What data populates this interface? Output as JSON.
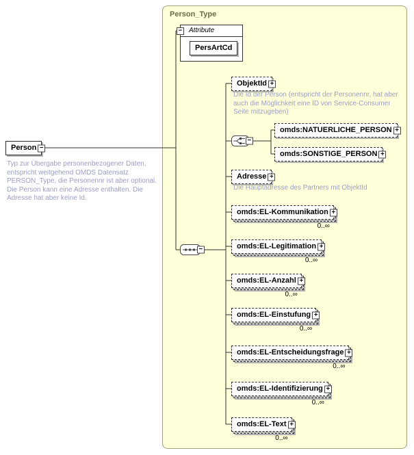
{
  "root_element": {
    "label": "Person",
    "annotation": "Typ zur Übergabe personenbezogener Daten, entspricht weitgehend OMDS Datensatz PERSON_Type, die Personennr ist aber optional. Die Person kann eine Adresse enthalten. Die Adresse hat aber keine Id."
  },
  "type_container": {
    "title": "Person_Type"
  },
  "attribute_section": {
    "label": "Attribute",
    "attributes": [
      {
        "name": "PersArtCd"
      }
    ]
  },
  "content_model": {
    "compositor": "sequence",
    "children": [
      {
        "kind": "element",
        "label": "ObjektId",
        "annotation": "Die Id der Person (entspricht der Personennr, hat aber auch die Möglichkeit eine ID von Service-Consumer Seite mitzugeben)"
      },
      {
        "kind": "choice",
        "options": [
          {
            "label": "omds:NATUERLICHE_PERSON"
          },
          {
            "label": "omds:SONSTIGE_PERSON"
          }
        ]
      },
      {
        "kind": "element",
        "label": "Adresse",
        "annotation": "Die Hauptadresse des Partners mit ObjektId"
      },
      {
        "kind": "element",
        "label": "omds:EL-Kommunikation",
        "occurs": "0..∞"
      },
      {
        "kind": "element",
        "label": "omds:EL-Legitimation",
        "occurs": "0..∞"
      },
      {
        "kind": "element",
        "label": "omds:EL-Anzahl",
        "occurs": "0..∞"
      },
      {
        "kind": "element",
        "label": "omds:EL-Einstufung",
        "occurs": "0..∞"
      },
      {
        "kind": "element",
        "label": "omds:EL-Entscheidungsfrage",
        "occurs": "0..∞"
      },
      {
        "kind": "element",
        "label": "omds:EL-Identifizierung",
        "occurs": "0..∞"
      },
      {
        "kind": "element",
        "label": "omds:EL-Text",
        "occurs": "0..∞"
      }
    ]
  },
  "glyphs": {
    "collapse": "−",
    "expand": "+"
  },
  "colors": {
    "container_bg": "#ffffd9",
    "annotation_text": "#9a9ec4",
    "box_shadow": "#b0b0b0"
  }
}
